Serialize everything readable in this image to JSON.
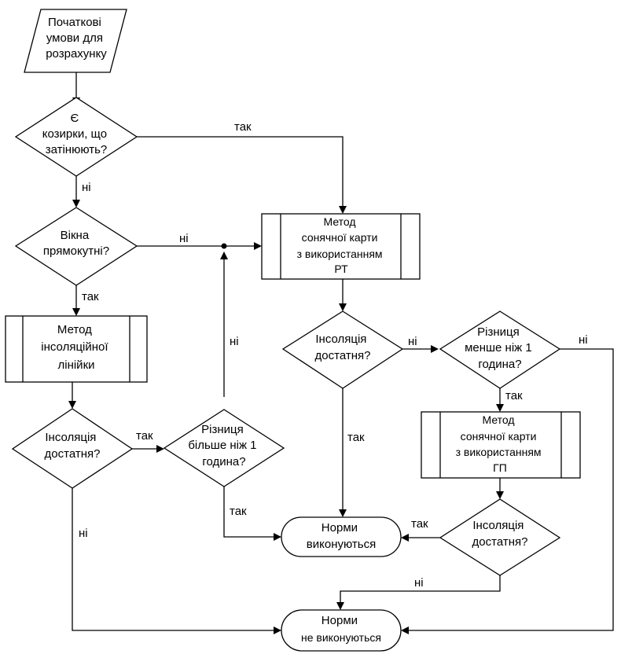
{
  "nodes": {
    "start": [
      "Початкові",
      "умови  для",
      "розрахунку"
    ],
    "d_shading": [
      "Є",
      "козирки, що",
      "затінюють?"
    ],
    "d_rect": [
      "Вікна",
      "прямокутні?"
    ],
    "p_ruler": [
      "Метод",
      "інсоляційної",
      "лінійки"
    ],
    "d_insol1": [
      "Інсоляція",
      "достатня?"
    ],
    "d_diff1": [
      "Різниця",
      "більше ніж 1",
      "година?"
    ],
    "p_rt": [
      "Метод",
      "сонячної карти",
      "з використанням",
      "РТ"
    ],
    "d_insol2": [
      "Інсоляція",
      "достатня?"
    ],
    "d_diff2": [
      "Різниця",
      "менше ніж 1",
      "година?"
    ],
    "p_gp": [
      "Метод",
      "сонячної карти",
      "з використанням",
      "ГП"
    ],
    "d_insol3": [
      "Інсоляція",
      "достатня?"
    ],
    "t_ok": [
      "Норми",
      "виконуються"
    ],
    "t_fail": [
      "Норми",
      "не виконуються"
    ]
  },
  "edge_labels": {
    "shading_yes": "так",
    "shading_no": "ні",
    "rect_no": "ні",
    "rect_yes": "так",
    "insol1_yes": "так",
    "insol1_no": "ні",
    "diff1_no": "ні",
    "diff1_yes": "так",
    "insol2_no": "ні",
    "insol2_yes": "так",
    "diff2_no": "ні",
    "diff2_yes": "так",
    "insol3_yes": "так",
    "insol3_no": "ні"
  }
}
